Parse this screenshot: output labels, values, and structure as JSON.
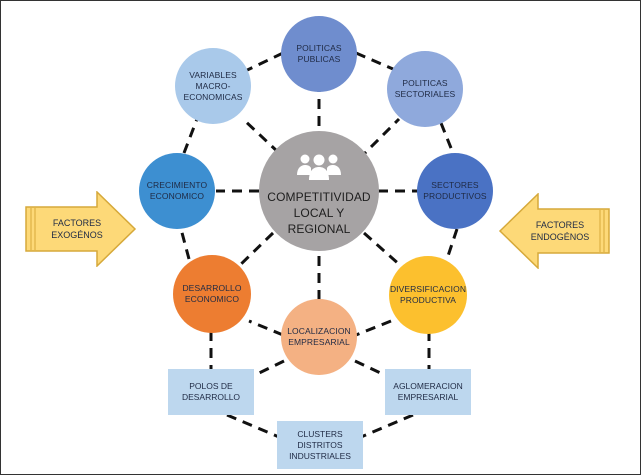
{
  "diagram": {
    "center": {
      "label": "COMPETITIVIDAD\nLOCAL Y\nREGIONAL",
      "icon": "people-group-icon",
      "color": "#a6a3a4"
    },
    "nodes": {
      "politicas_publicas": {
        "label": "POLITICAS\nPUBLICAS",
        "color": "#6f8dce"
      },
      "politicas_sectoriales": {
        "label": "POLITICAS\nSECTORIALES",
        "color": "#8fa9dc"
      },
      "sectores_productivos": {
        "label": "SECTORES\nPRODUCTIVOS",
        "color": "#4a72c4"
      },
      "diversificacion_productiva": {
        "label": "DIVERSIFICACION\nPRODUCTIVA",
        "color": "#fcc02e"
      },
      "localizacion_empresarial": {
        "label": "LOCALIZACION\nEMPRESARIAL",
        "color": "#f4b183"
      },
      "desarrollo_economico": {
        "label": "DESARROLLO\nECONOMICO",
        "color": "#ed7d31"
      },
      "crecimiento_economico": {
        "label": "CRECIMIENTO\nECONOMICO",
        "color": "#3d8fd1"
      },
      "variables_macroeconomicas": {
        "label": "VARIABLES\nMACRO-\nECONOMICAS",
        "color": "#a9c9ea"
      }
    },
    "boxes": {
      "polos": {
        "label": "POLOS DE\nDESARROLLO"
      },
      "aglomeracion": {
        "label": "AGLOMERACION\nEMPRESARIAL"
      },
      "clusters": {
        "label": "CLUSTERS\nDISTRITOS\nINDUSTRIALES"
      }
    },
    "box_color": "#bdd7ee",
    "arrows": {
      "left": {
        "label": "FACTORES\nEXOGÉNOS"
      },
      "right": {
        "label": "FACTORES\nENDOGÉNOS"
      }
    },
    "arrow_color": "#fdd978",
    "arrow_border_color": "#d6a93a"
  }
}
